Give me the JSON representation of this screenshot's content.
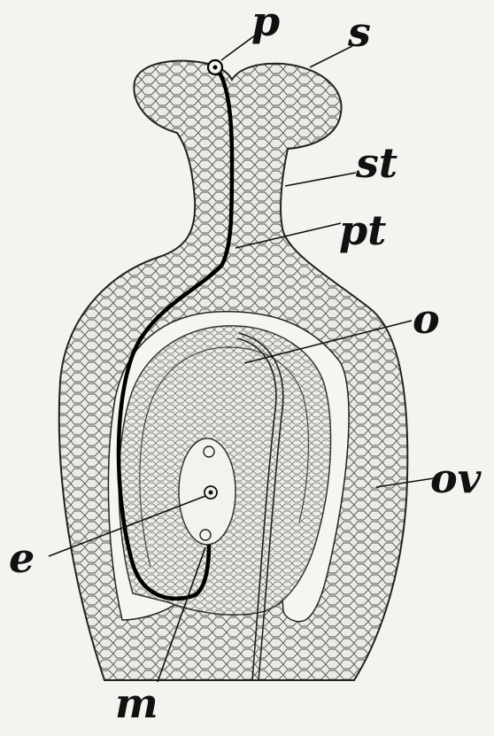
{
  "labels": {
    "p": "p",
    "s": "s",
    "st": "st",
    "pt": "pt",
    "o": "o",
    "ov": "ov",
    "e": "e",
    "m": "m"
  },
  "colors": {
    "ink": "#111111",
    "paper": "#f4f3ef",
    "tissue": "#e9e7e0"
  }
}
